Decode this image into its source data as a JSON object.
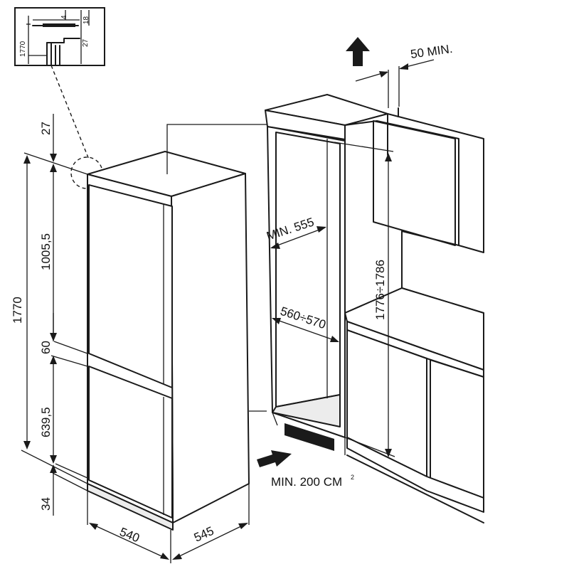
{
  "inset": {
    "height_label": "1770",
    "top_gap_label": "4",
    "side_gap_label": "18",
    "offset_label": "27"
  },
  "appliance_dims": {
    "top_gap": "27",
    "upper_door": "1005,5",
    "total_height": "1770",
    "door_gap": "60",
    "lower_door": "639,5",
    "bottom_gap": "34",
    "width": "540",
    "depth": "545"
  },
  "niche_dims": {
    "min_depth": "MIN. 555",
    "width_range": "560÷570",
    "height_range": "1776÷1786",
    "top_vent": "50 MIN.",
    "bottom_vent": "MIN. 200 CM",
    "bottom_vent_sup": "2"
  }
}
